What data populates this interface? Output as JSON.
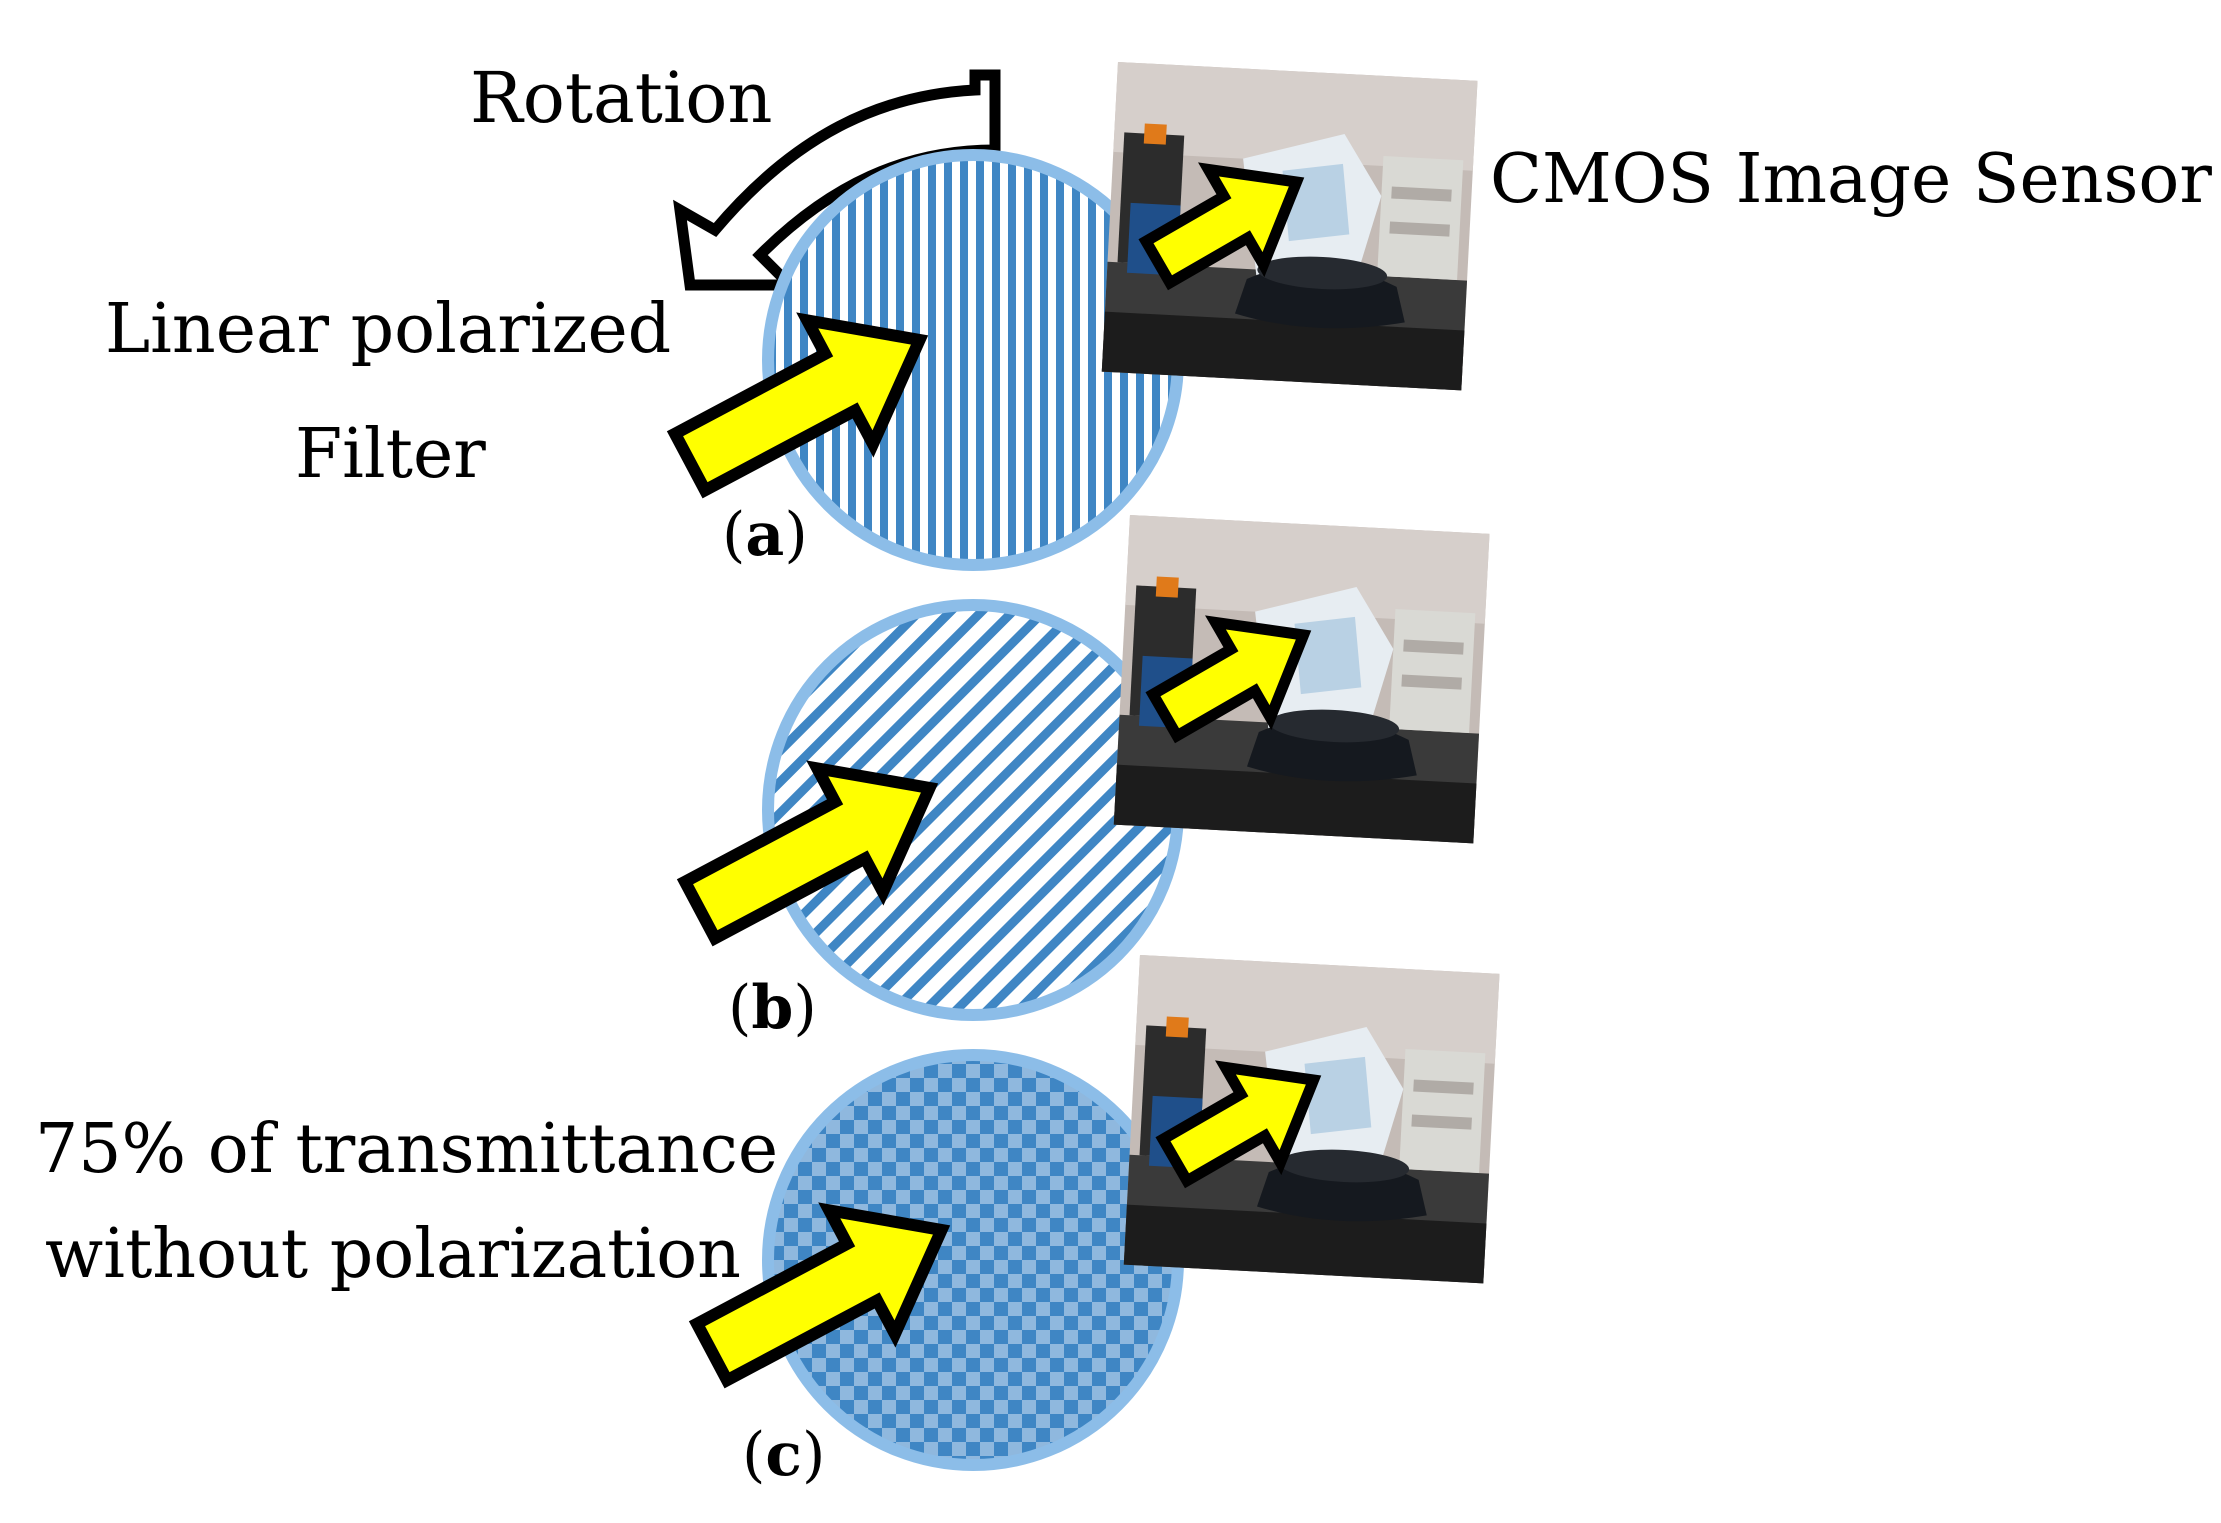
{
  "labels": {
    "rotation": "Rotation",
    "cmos": "CMOS Image Sensor",
    "filter_line1": "Linear polarized",
    "filter_line2": "Filter",
    "transmit_line1": "75% of transmittance",
    "transmit_line2": "without polarization"
  },
  "panels": [
    {
      "id": "a",
      "paren_open": "(",
      "letter": "a",
      "paren_close": ")",
      "pattern": "vertical-stripes"
    },
    {
      "id": "b",
      "paren_open": "(",
      "letter": "b",
      "paren_close": ")",
      "pattern": "diagonal-stripes"
    },
    {
      "id": "c",
      "paren_open": "(",
      "letter": "c",
      "paren_close": ")",
      "pattern": "checker"
    }
  ],
  "colors": {
    "filter_blue": "#3f86c4",
    "filter_rim": "#8cbde8",
    "arrow_fill": "#ffff00",
    "arrow_stroke": "#000000"
  },
  "icons": {
    "rotation_arrow": "curved-arrow-icon",
    "light_arrow": "yellow-arrow-icon",
    "sensor_photo": "camera-photo-icon"
  }
}
